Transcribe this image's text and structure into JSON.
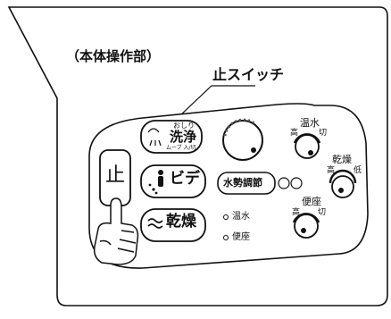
{
  "section_label": "（本体操作部）",
  "callout_label": "止スイッチ",
  "buttons": {
    "stop": "止",
    "wash_small": "おしり",
    "wash_main": "洗浄",
    "wash_sub": "ムーブ 入/切",
    "bidet": "ビデ",
    "water_pressure": "水勢調節",
    "dry": "乾燥"
  },
  "indicators": {
    "warm_water": "温水",
    "seat": "便座"
  },
  "dials": {
    "warm_water": {
      "title": "温水",
      "high": "高",
      "off": "切"
    },
    "dry": {
      "title": "乾燥",
      "high": "高",
      "low": "低"
    },
    "seat": {
      "title": "便座",
      "high": "高",
      "off": "切"
    }
  },
  "colors": {
    "line": "#111111",
    "panel": "#ffffff",
    "dots": "#555555"
  }
}
